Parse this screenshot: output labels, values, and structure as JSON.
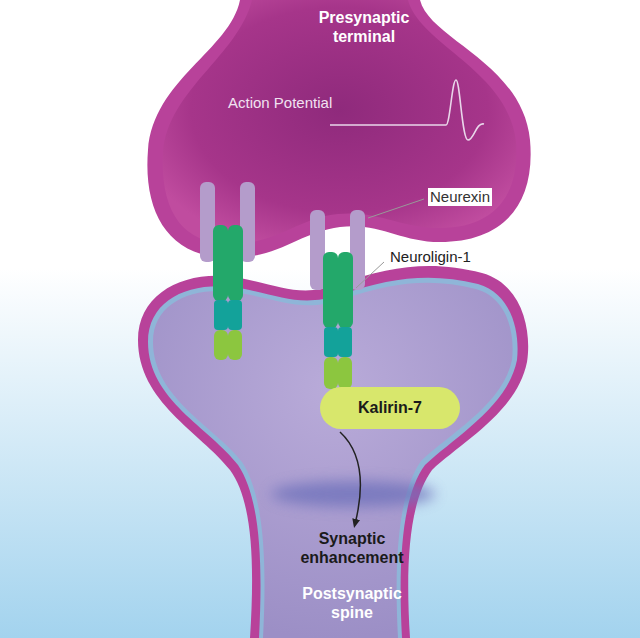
{
  "diagram": {
    "nodes": [
      {
        "text": [
          "Kalirin-7"
        ]
      }
    ],
    "labels": [
      "Presynaptic terminal",
      "Action Potential",
      "Neurexin",
      "Neuroligin-1",
      "Synaptic enhancement",
      "Postsynaptic spine"
    ]
  }
}
